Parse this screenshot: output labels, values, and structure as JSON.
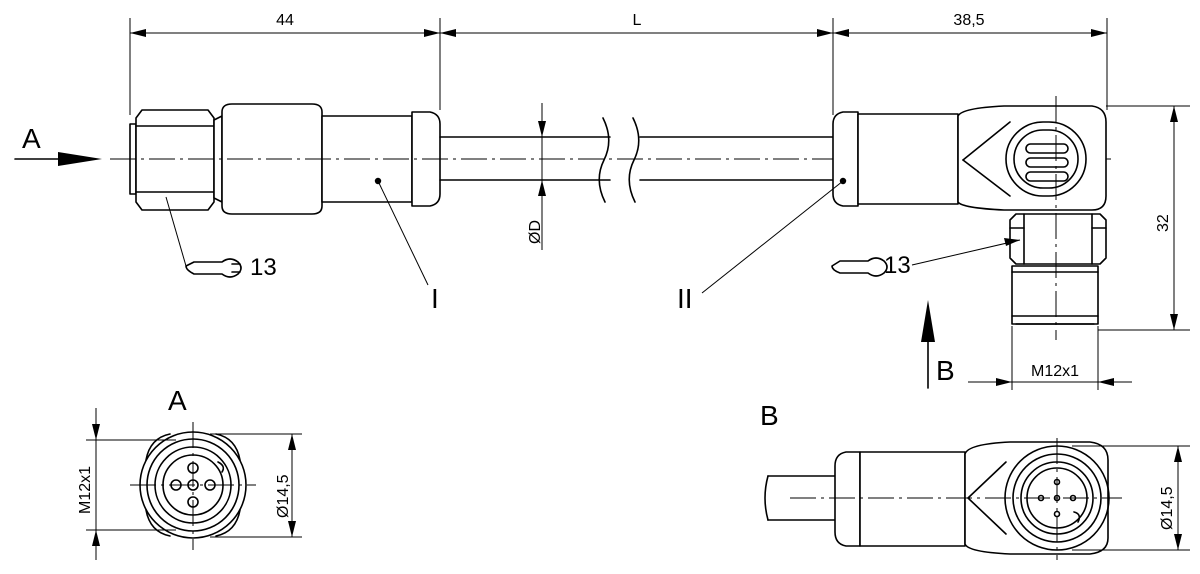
{
  "dimensions": {
    "left_connector_length": "44",
    "cable_length": "L",
    "right_connector_length": "38,5",
    "right_connector_height": "32",
    "cable_diameter": "ØD",
    "thread_b": "M12x1",
    "thread_a": "M12x1",
    "diameter_a": "Ø14,5",
    "diameter_b": "Ø14,5"
  },
  "wrench": {
    "left": "13",
    "right": "13"
  },
  "labels": {
    "view_a_arrow": "A",
    "view_b_arrow": "B",
    "view_a_title": "A",
    "view_b_title": "B",
    "part_i": "I",
    "part_ii": "II"
  }
}
